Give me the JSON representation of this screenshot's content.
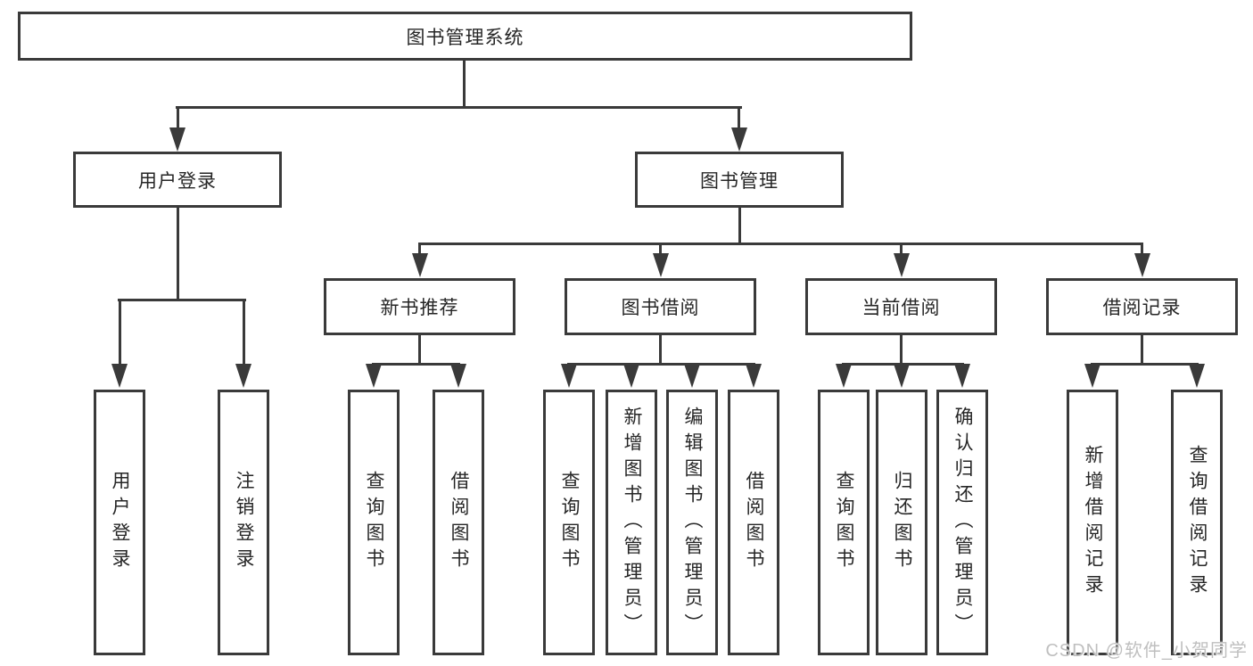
{
  "title": {
    "label": "图书管理系统"
  },
  "level1": [
    {
      "label": "用户登录"
    },
    {
      "label": "图书管理"
    }
  ],
  "level2": [
    {
      "label": "新书推荐"
    },
    {
      "label": "图书借阅"
    },
    {
      "label": "当前借阅"
    },
    {
      "label": "借阅记录"
    }
  ],
  "leaves": {
    "user": [
      {
        "label": "用户登录"
      },
      {
        "label": "注销登录"
      }
    ],
    "newbook": [
      {
        "label": "查询图书"
      },
      {
        "label": "借阅图书"
      }
    ],
    "borrow": [
      {
        "label": "查询图书"
      },
      {
        "label": "新增图书（管理员）"
      },
      {
        "label": "编辑图书（管理员）"
      },
      {
        "label": "借阅图书"
      }
    ],
    "current": [
      {
        "label": "查询图书"
      },
      {
        "label": "归还图书"
      },
      {
        "label": "确认归还（管理员）"
      }
    ],
    "records": [
      {
        "label": "新增借阅记录"
      },
      {
        "label": "查询借阅记录"
      }
    ]
  },
  "watermark": {
    "text": "CSDN @软件_小贺同学"
  },
  "colors": {
    "line": "#3a3a3a",
    "text": "#262626",
    "background": "#ffffff",
    "watermark": "#bfbfbf"
  }
}
